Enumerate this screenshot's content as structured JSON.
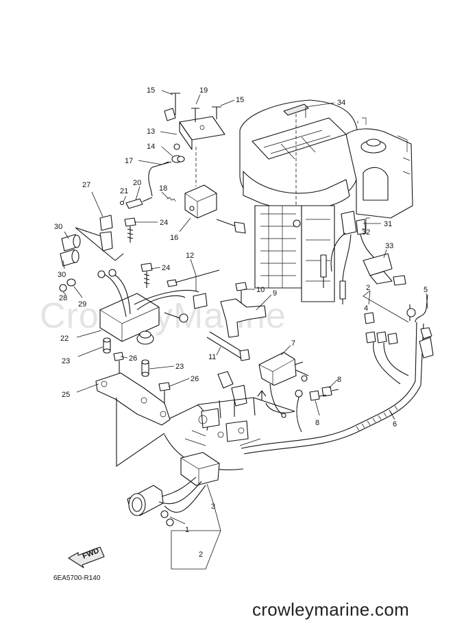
{
  "diagram": {
    "watermark": "CrowleyMarine",
    "drawing_code": "6EA5700-R140",
    "footer_site": "crowleymarine.com",
    "fwd_label": "FWD",
    "callouts": [
      "15",
      "19",
      "15",
      "34",
      "13",
      "14",
      "17",
      "21",
      "20",
      "18",
      "27",
      "24",
      "16",
      "31",
      "32",
      "33",
      "30",
      "30",
      "24",
      "12",
      "29",
      "28",
      "10",
      "9",
      "2",
      "4",
      "5",
      "22",
      "11",
      "7",
      "23",
      "26",
      "23",
      "25",
      "26",
      "8",
      "8",
      "6",
      "3",
      "1",
      "2"
    ]
  }
}
